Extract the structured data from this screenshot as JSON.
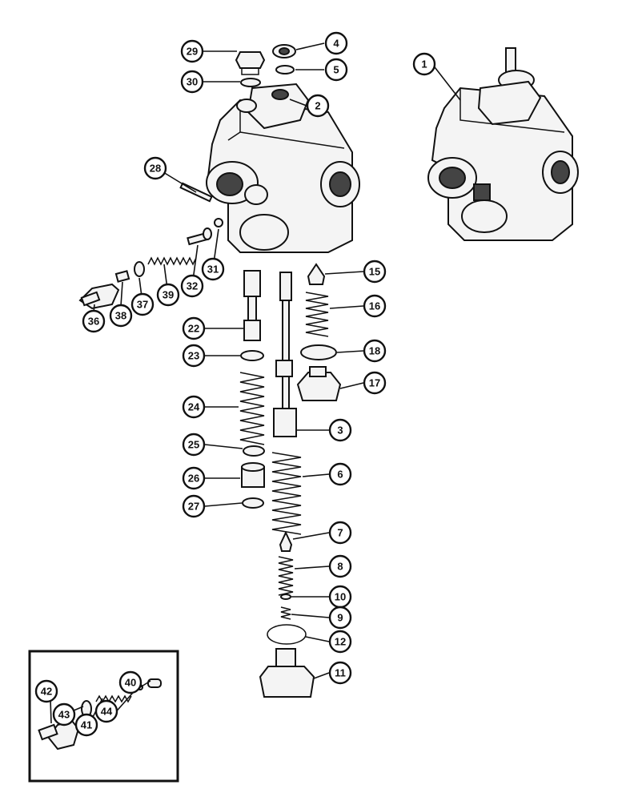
{
  "colors": {
    "ink": "#111111",
    "paper": "#ffffff",
    "shade": "#444444"
  },
  "callouts": [
    {
      "id": "c29",
      "label": "29"
    },
    {
      "id": "c30",
      "label": "30"
    },
    {
      "id": "c4",
      "label": "4"
    },
    {
      "id": "c5",
      "label": "5"
    },
    {
      "id": "c2",
      "label": "2"
    },
    {
      "id": "c1",
      "label": "1"
    },
    {
      "id": "c28",
      "label": "28"
    },
    {
      "id": "c31",
      "label": "31"
    },
    {
      "id": "c32",
      "label": "32"
    },
    {
      "id": "c39",
      "label": "39"
    },
    {
      "id": "c37",
      "label": "37"
    },
    {
      "id": "c38",
      "label": "38"
    },
    {
      "id": "c36",
      "label": "36"
    },
    {
      "id": "c22",
      "label": "22"
    },
    {
      "id": "c23",
      "label": "23"
    },
    {
      "id": "c24",
      "label": "24"
    },
    {
      "id": "c25",
      "label": "25"
    },
    {
      "id": "c26",
      "label": "26"
    },
    {
      "id": "c27",
      "label": "27"
    },
    {
      "id": "c15",
      "label": "15"
    },
    {
      "id": "c16",
      "label": "16"
    },
    {
      "id": "c18",
      "label": "18"
    },
    {
      "id": "c17",
      "label": "17"
    },
    {
      "id": "c3",
      "label": "3"
    },
    {
      "id": "c6",
      "label": "6"
    },
    {
      "id": "c7",
      "label": "7"
    },
    {
      "id": "c8",
      "label": "8"
    },
    {
      "id": "c10",
      "label": "10"
    },
    {
      "id": "c9",
      "label": "9"
    },
    {
      "id": "c12",
      "label": "12"
    },
    {
      "id": "c11",
      "label": "11"
    },
    {
      "id": "c40",
      "label": "40"
    },
    {
      "id": "c44",
      "label": "44"
    },
    {
      "id": "c41",
      "label": "41"
    },
    {
      "id": "c43",
      "label": "43"
    },
    {
      "id": "c42",
      "label": "42"
    }
  ]
}
